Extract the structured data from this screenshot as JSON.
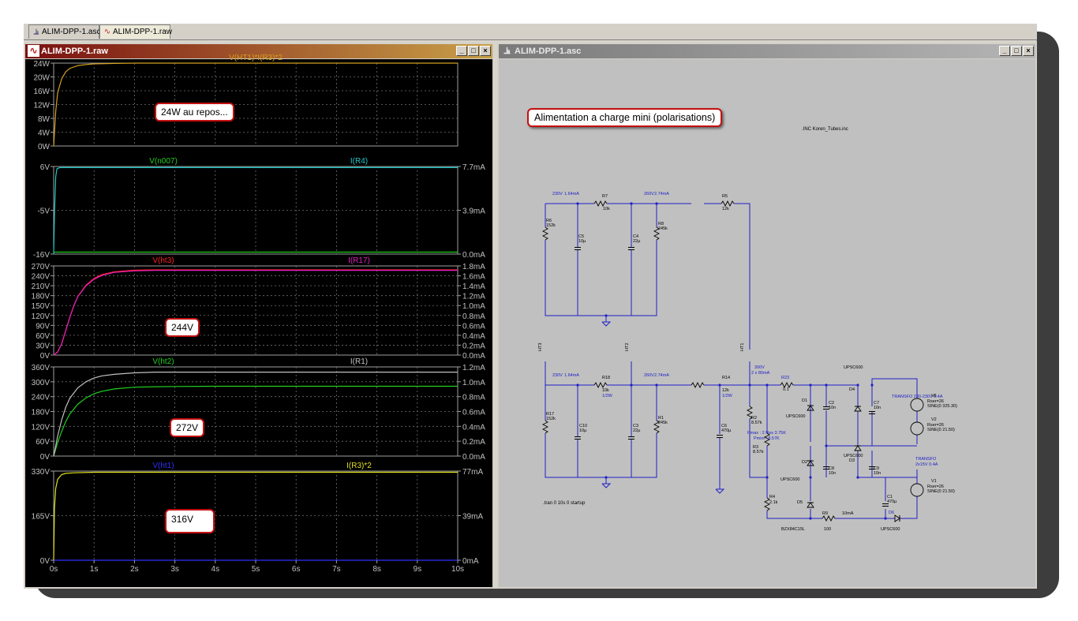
{
  "tabs": [
    {
      "label": "ALIM-DPP-1.asc",
      "icon": "schematic-icon"
    },
    {
      "label": "ALIM-DPP-1.raw",
      "icon": "waveform-icon"
    }
  ],
  "waveform_window": {
    "title": "ALIM-DPP-1.raw",
    "buttons": {
      "min": "_",
      "max": "□",
      "close": "×"
    }
  },
  "schematic_window": {
    "title": "ALIM-DPP-1.asc",
    "buttons": {
      "min": "_",
      "max": "□",
      "close": "×"
    }
  },
  "colors": {
    "gold": "#d4a020",
    "cyan": "#20c8c8",
    "green": "#20d020",
    "magenta": "#e020c0",
    "gray": "#c0c0c0",
    "blue": "#3030ff",
    "yellow": "#e0e020",
    "red": "#ff2020",
    "wire": "#2020c8"
  },
  "chart_data": [
    {
      "type": "line",
      "series": [
        {
          "name": "V(HT1)*I(R3)*2",
          "color": "gold",
          "x": [
            0,
            0.05,
            0.1,
            0.2,
            0.3,
            0.4,
            0.6,
            0.8,
            1,
            1.5,
            2,
            4,
            6,
            8,
            10
          ],
          "y": [
            0,
            10,
            15.5,
            19.5,
            21.5,
            22.5,
            23.3,
            23.6,
            23.8,
            23.9,
            24,
            24,
            24,
            24,
            24
          ]
        }
      ],
      "yticks": [
        "24W",
        "20W",
        "16W",
        "12W",
        "8W",
        "4W",
        "0W"
      ],
      "ylim": [
        0,
        24
      ]
    },
    {
      "type": "line",
      "series": [
        {
          "name": "V(n007)",
          "color": "green",
          "axis": "left",
          "x": [
            0,
            0.02,
            0.04,
            0.06,
            0.08,
            10
          ],
          "y": [
            -15.5,
            -15.5,
            -15.5,
            -15.5,
            -15.5,
            -15.5
          ]
        },
        {
          "name": "I(R4)",
          "color": "cyan",
          "axis": "right",
          "x": [
            0,
            0.02,
            0.05,
            0.08,
            0.15,
            10
          ],
          "y": [
            0,
            3.5,
            6.8,
            7.5,
            7.6,
            7.6
          ]
        }
      ],
      "yticks_left": [
        "6V",
        "-5V",
        "-16V"
      ],
      "yticks_right": [
        "7.7mA",
        "3.9mA",
        "0.0mA"
      ],
      "ylim_left": [
        -16,
        6
      ],
      "ylim_right": [
        0,
        7.7
      ]
    },
    {
      "type": "line",
      "series": [
        {
          "name": "V(ht3)",
          "color": "red",
          "axis": "left",
          "x": [
            0,
            0.1,
            0.2,
            0.3,
            0.4,
            0.5,
            0.6,
            0.8,
            1,
            1.2,
            1.5,
            2,
            2.5,
            3,
            4,
            10
          ],
          "y": [
            0,
            10,
            35,
            75,
            115,
            150,
            178,
            212,
            232,
            244,
            252,
            257,
            258,
            258,
            258,
            258
          ]
        },
        {
          "name": "I(R17)",
          "color": "magenta",
          "axis": "right",
          "x": [
            0,
            0.1,
            0.2,
            0.3,
            0.4,
            0.5,
            0.6,
            0.8,
            1,
            1.2,
            1.5,
            2,
            2.5,
            3,
            4,
            10
          ],
          "y": [
            0,
            0.06,
            0.23,
            0.5,
            0.76,
            1,
            1.18,
            1.4,
            1.53,
            1.61,
            1.67,
            1.7,
            1.71,
            1.71,
            1.71,
            1.71
          ]
        }
      ],
      "yticks_left": [
        "270V",
        "240V",
        "210V",
        "180V",
        "150V",
        "120V",
        "90V",
        "60V",
        "30V",
        "0V"
      ],
      "yticks_right": [
        "1.8mA",
        "1.6mA",
        "1.4mA",
        "1.2mA",
        "1.0mA",
        "0.8mA",
        "0.6mA",
        "0.4mA",
        "0.2mA",
        "0.0mA"
      ],
      "ylim_left": [
        0,
        270
      ],
      "ylim_right": [
        0,
        1.8
      ]
    },
    {
      "type": "line",
      "series": [
        {
          "name": "V(ht2)",
          "color": "green",
          "axis": "left",
          "x": [
            0,
            0.1,
            0.2,
            0.3,
            0.4,
            0.6,
            0.8,
            1,
            1.2,
            1.5,
            2,
            2.5,
            3,
            4,
            10
          ],
          "y": [
            0,
            55,
            100,
            140,
            170,
            210,
            235,
            252,
            262,
            271,
            278,
            280,
            281,
            282,
            282
          ]
        },
        {
          "name": "I(R1)",
          "color": "gray",
          "axis": "right",
          "x": [
            0,
            0.1,
            0.2,
            0.3,
            0.4,
            0.6,
            0.8,
            1,
            1.2,
            1.5,
            2,
            2.5,
            3,
            4,
            10
          ],
          "y": [
            0,
            0.27,
            0.49,
            0.66,
            0.78,
            0.92,
            1,
            1.05,
            1.08,
            1.1,
            1.12,
            1.13,
            1.13,
            1.13,
            1.13
          ]
        }
      ],
      "yticks_left": [
        "360V",
        "300V",
        "240V",
        "180V",
        "120V",
        "60V",
        "0V"
      ],
      "yticks_right": [
        "1.2mA",
        "1.0mA",
        "0.8mA",
        "0.6mA",
        "0.4mA",
        "0.2mA",
        "0.0mA"
      ],
      "ylim_left": [
        0,
        360
      ],
      "ylim_right": [
        0,
        1.2
      ]
    },
    {
      "type": "line",
      "series": [
        {
          "name": "V(ht1)",
          "color": "blue",
          "axis": "left",
          "x": [
            0,
            10
          ],
          "y": [
            0,
            0
          ]
        },
        {
          "name": "I(R3)*2",
          "color": "yellow",
          "axis": "right",
          "x": [
            0,
            0.02,
            0.05,
            0.1,
            0.2,
            0.3,
            0.5,
            1,
            2,
            4,
            10
          ],
          "y": [
            0,
            45,
            62,
            70,
            74,
            75,
            75.5,
            76,
            76,
            76,
            76
          ]
        }
      ],
      "yticks_left": [
        "330V",
        "165V",
        "0V"
      ],
      "yticks_right": [
        "77mA",
        "39mA",
        "0mA"
      ],
      "ylim_left": [
        0,
        330
      ],
      "ylim_right": [
        0,
        77
      ]
    }
  ],
  "xticks": [
    "0s",
    "1s",
    "2s",
    "3s",
    "4s",
    "5s",
    "6s",
    "7s",
    "8s",
    "9s",
    "10s"
  ],
  "callouts": [
    "24W au repos...",
    "244V",
    "272V",
    "316V"
  ],
  "schematic": {
    "title": "Alimentation a charge mini (polarisations)",
    "include": ".INC Koren_Tubes.inc",
    "tran": ".tran 0 10s 0 startup",
    "labels": [
      {
        "t": "230V"
      },
      {
        "t": "1.64mA"
      },
      {
        "t": "R7"
      },
      {
        "t": "10k"
      },
      {
        "t": "260V"
      },
      {
        "t": "2.74mA"
      },
      {
        "t": "R5"
      },
      {
        "t": "12k"
      },
      {
        "t": "R6"
      },
      {
        "t": "152k"
      },
      {
        "t": "C5"
      },
      {
        "t": "10µ"
      },
      {
        "t": "C4"
      },
      {
        "t": "22µ"
      },
      {
        "t": "R8"
      },
      {
        "t": "245k"
      },
      {
        "t": "HT3"
      },
      {
        "t": "230V"
      },
      {
        "t": "1.64mA"
      },
      {
        "t": "R18"
      },
      {
        "t": "10k"
      },
      {
        "t": "1/2W"
      },
      {
        "t": "HT2"
      },
      {
        "t": "260V"
      },
      {
        "t": "2.74mA"
      },
      {
        "t": "R14"
      },
      {
        "t": "12k"
      },
      {
        "t": "1/2W"
      },
      {
        "t": "HT1"
      },
      {
        "t": "300V"
      },
      {
        "t": "2 x 80mA"
      },
      {
        "t": "R23"
      },
      {
        "t": "0.1"
      },
      {
        "t": "UPSC600"
      },
      {
        "t": "R17"
      },
      {
        "t": "152k"
      },
      {
        "t": "C10"
      },
      {
        "t": "10µ"
      },
      {
        "t": "C3"
      },
      {
        "t": "22µ"
      },
      {
        "t": "R1"
      },
      {
        "t": "245k"
      },
      {
        "t": "C6"
      },
      {
        "t": "470µ"
      },
      {
        "t": "R2"
      },
      {
        "t": "8.57k"
      },
      {
        "t": "Pmax : 2 Res 3.75K"
      },
      {
        "t": "Pmini : 8.57K"
      },
      {
        "t": "R3"
      },
      {
        "t": "8.57k"
      },
      {
        "t": "D1"
      },
      {
        "t": "UPSC600"
      },
      {
        "t": "C2"
      },
      {
        "t": "10n"
      },
      {
        "t": "D4"
      },
      {
        "t": "C7"
      },
      {
        "t": "10n"
      },
      {
        "t": "TRANSFO 230-230V 0.4A"
      },
      {
        "t": "V6"
      },
      {
        "t": "Rser=26"
      },
      {
        "t": "SINE(0 325.30)"
      },
      {
        "t": "V2"
      },
      {
        "t": "Rser=26"
      },
      {
        "t": "SINE(0 21.50)"
      },
      {
        "t": "UPSC600"
      },
      {
        "t": "TRANSFO"
      },
      {
        "t": "2x15V 0.4A"
      },
      {
        "t": "D2"
      },
      {
        "t": "UPSC600"
      },
      {
        "t": "C8"
      },
      {
        "t": "10n"
      },
      {
        "t": "D3"
      },
      {
        "t": "C9"
      },
      {
        "t": "10n"
      },
      {
        "t": "V1"
      },
      {
        "t": "Rser=26"
      },
      {
        "t": "SINE(0 21.50)"
      },
      {
        "t": "R4"
      },
      {
        "t": "2.1k"
      },
      {
        "t": "D5"
      },
      {
        "t": "BZX84C15L"
      },
      {
        "t": "C1"
      },
      {
        "t": "470µ"
      },
      {
        "t": "R9"
      },
      {
        "t": "100"
      },
      {
        "t": "10mA"
      },
      {
        "t": "D6"
      },
      {
        "t": "UPSC600"
      }
    ]
  }
}
